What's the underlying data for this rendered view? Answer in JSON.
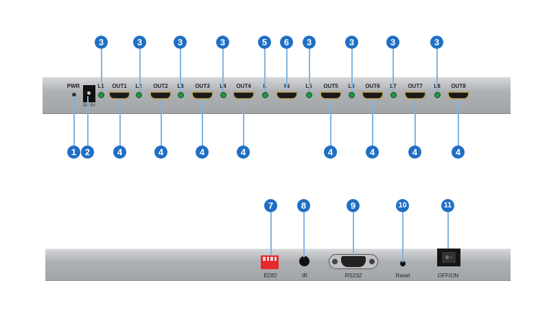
{
  "front_panel": {
    "pwr_label": "PWR",
    "dc_label": "DC 5V",
    "ports": [
      {
        "led": "L1",
        "port": "OUT1"
      },
      {
        "led": "L2",
        "port": "OUT2"
      },
      {
        "led": "L3",
        "port": "OUT3"
      },
      {
        "led": "L4",
        "port": "OUT4"
      },
      {
        "led": "L",
        "port": "IN"
      },
      {
        "led": "L5",
        "port": "OUT5"
      },
      {
        "led": "L6",
        "port": "OUT6"
      },
      {
        "led": "L7",
        "port": "OUT7"
      },
      {
        "led": "L8",
        "port": "OUT8"
      }
    ],
    "top_callouts": [
      "3",
      "3",
      "3",
      "3",
      "5",
      "6",
      "3",
      "3",
      "3",
      "3"
    ],
    "bottom_callouts": [
      "1",
      "2",
      "4",
      "4",
      "4",
      "4",
      "4",
      "4",
      "4",
      "4"
    ]
  },
  "rear_panel": {
    "labels": [
      "EDID",
      "IR",
      "RS232",
      "Reset",
      "OFF/ON"
    ],
    "callouts": [
      "7",
      "8",
      "9",
      "10",
      "11"
    ]
  },
  "colors": {
    "callout": "#1f6fc4",
    "line": "#7fb3e0",
    "led": "#1d9a3c",
    "dip": "#e8282c"
  }
}
